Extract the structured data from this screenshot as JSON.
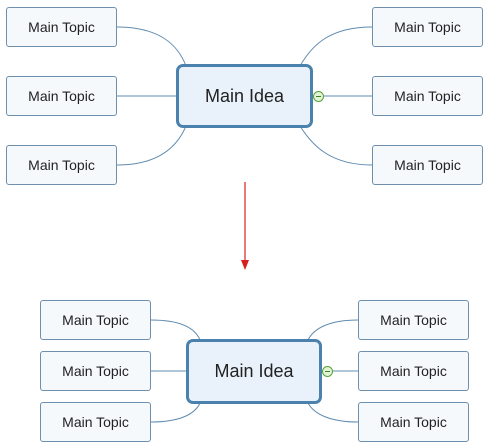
{
  "diagrams": [
    {
      "center": "Main Idea",
      "left_topics": [
        "Main Topic",
        "Main Topic",
        "Main Topic"
      ],
      "right_topics": [
        "Main Topic",
        "Main Topic",
        "Main Topic"
      ]
    },
    {
      "center": "Main Idea",
      "left_topics": [
        "Main Topic",
        "Main Topic",
        "Main Topic"
      ],
      "right_topics": [
        "Main Topic",
        "Main Topic",
        "Main Topic"
      ]
    }
  ],
  "colors": {
    "connector": "#5f8bb0",
    "arrow": "#d62020",
    "topic_border": "#6e8fae",
    "center_border": "#4a82ad",
    "collapse_toggle": "#58a13a"
  },
  "icons": {
    "collapse": "minus-circle-icon",
    "transition": "arrow-down-icon"
  }
}
